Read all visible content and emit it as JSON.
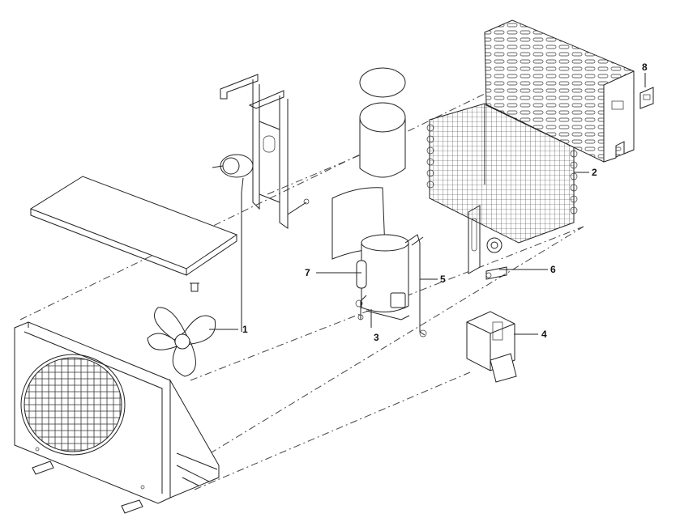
{
  "callouts": [
    {
      "id": "1",
      "label": "1"
    },
    {
      "id": "2",
      "label": "2"
    },
    {
      "id": "3",
      "label": "3"
    },
    {
      "id": "4",
      "label": "4"
    },
    {
      "id": "5",
      "label": "5"
    },
    {
      "id": "6",
      "label": "6"
    },
    {
      "id": "7",
      "label": "7"
    },
    {
      "id": "8",
      "label": "8"
    }
  ],
  "colors": {
    "ink": "#222222",
    "background": "#ffffff"
  }
}
